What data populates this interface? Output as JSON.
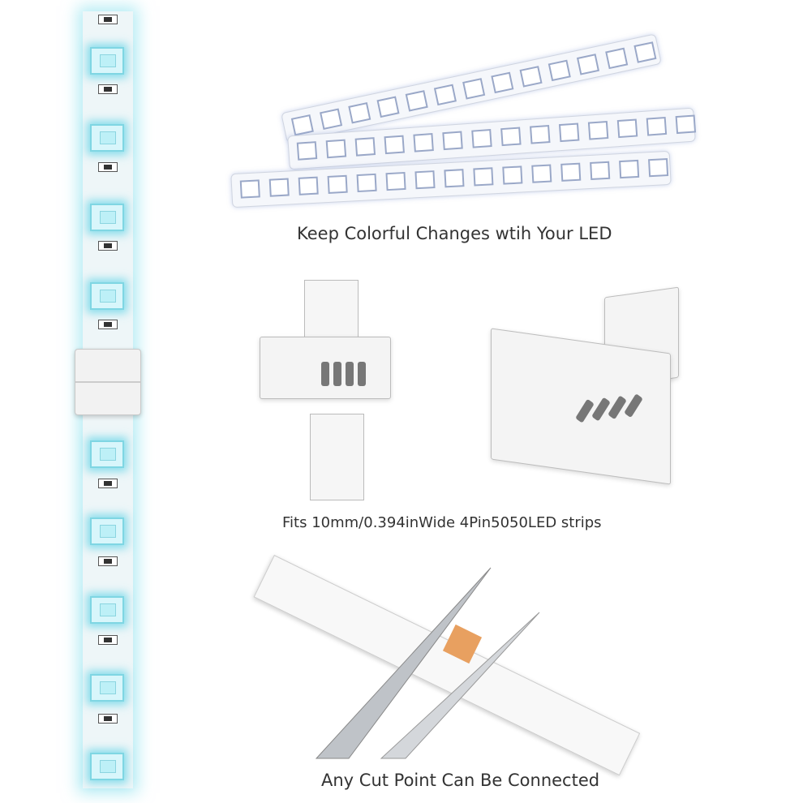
{
  "captions": {
    "top": "Keep Colorful Changes wtih Your LED",
    "middle": "Fits 10mm/0.394inWide 4Pin5050LED strips",
    "bottom": "Any Cut Point Can Be Connected"
  },
  "colors": {
    "led_glow": "#7fd6e3",
    "text": "#333333",
    "copper_pads": "#e8a060"
  }
}
